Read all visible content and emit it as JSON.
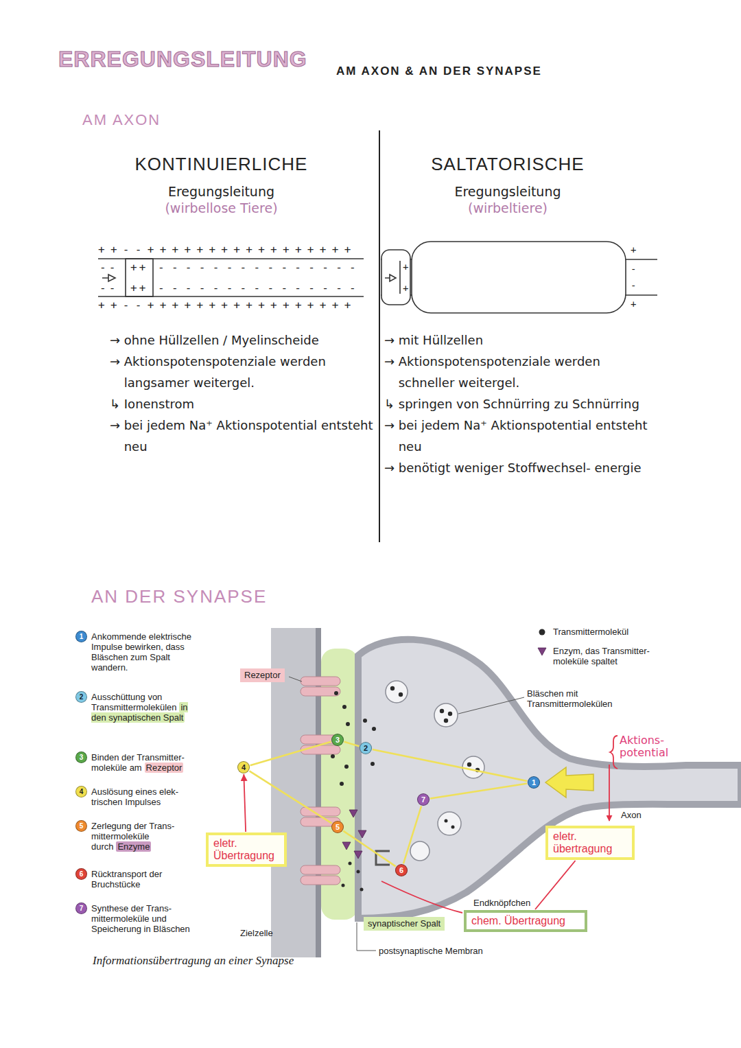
{
  "diagram": {
    "title": "ERREGUNGSLEITUNG",
    "caption": "Informationsübertragung an einer Synapse",
    "nodes": [
      {
        "text": [
          "1",
          "Ankommende elektrische Impulse bewirken, dass Bläschen zum Spalt wandern."
        ]
      },
      {
        "text": [
          "2",
          "Ausschüttung von Transmittermolekülen",
          "in den synaptischen Spalt"
        ]
      },
      {
        "text": [
          "3",
          "Binden der Transmitter- moleküle am",
          "Rezeptor"
        ]
      },
      {
        "text": [
          "4",
          "Auslösung eines elek- trischen Impulses"
        ]
      },
      {
        "text": [
          "5",
          "Zerlegung der Trans- mittermoleküle durch",
          "Enzyme"
        ]
      },
      {
        "text": [
          "6",
          "Rücktransport der Bruchstücke"
        ]
      },
      {
        "text": [
          "7",
          "Synthese der Trans- mittermoleküle und Speicherung in Bläschen"
        ]
      },
      {
        "text": [
          "Rezeptor"
        ]
      },
      {
        "text": [
          "1"
        ]
      },
      {
        "text": [
          "2"
        ]
      },
      {
        "text": [
          "3"
        ]
      },
      {
        "text": [
          "4"
        ]
      },
      {
        "text": [
          "5"
        ]
      },
      {
        "text": [
          "6"
        ]
      },
      {
        "text": [
          "7"
        ]
      },
      {
        "text": [
          "eletr. Übertragung"
        ]
      },
      {
        "text": [
          "eletr. übertragung"
        ]
      },
      {
        "text": [
          "chem. Übertragung"
        ]
      },
      {
        "text": [
          "synaptischer Spalt"
        ]
      }
    ],
    "edges": [
      {
        "from": 8,
        "to": 9,
        "arrow": "none"
      },
      {
        "from": 9,
        "to": 10,
        "arrow": "none"
      },
      {
        "from": 10,
        "to": 11,
        "arrow": "none"
      },
      {
        "from": 11,
        "to": 12,
        "arrow": "none"
      },
      {
        "from": 12,
        "to": 13,
        "arrow": "none"
      },
      {
        "from": 13,
        "to": 14,
        "arrow": "none"
      },
      {
        "from": 14,
        "to": 8,
        "arrow": "none"
      },
      {
        "from": 15,
        "to": 11,
        "arrow": "to"
      },
      {
        "from": 16,
        "to": 17,
        "arrow": "none"
      }
    ],
    "labels": [
      "AM AXON & AN DER SYNAPSE",
      "AM AXON",
      "KONTINUIERLICHE",
      "Eregungsleitung",
      "(wirbellose Tiere)",
      "SALTATORISCHE",
      "Eregungsleitung",
      "(wirbeltiere)",
      "++--+++++++++++++++++",
      "--",
      "++",
      "---------------",
      "--",
      "++",
      "---------------",
      "++--+++++++++++++++++",
      "+",
      "+",
      "+",
      "-",
      "-",
      "+",
      "→ ohne Hüllzellen / Myelinscheide",
      "→ Aktionspotenspotenziale werden langsamer weitergel.",
      "↳ Ionenstrom",
      "→ bei jedem Na⁺ Aktionspotential entsteht neu",
      "→ mit Hüllzellen",
      "→ Aktionspotenspotenziale werden schneller weitergel.",
      "↳ springen von Schnürring zu Schnürring",
      "→ bei jedem Na⁺ Aktionspotential entsteht neu",
      "→ benötigt weniger Stoffwechsel- energie",
      "AN DER SYNAPSE",
      "Bläschen mit Transmittermolekülen",
      "Aktions- potential",
      "Axon",
      "Endknöpfchen",
      "Zielzelle",
      "postsynaptische Membran"
    ],
    "legend": [
      {
        "text": "Transmittermolekül"
      },
      {
        "text": "Enzym, das Transmitter- moleküle spaltet"
      }
    ]
  }
}
